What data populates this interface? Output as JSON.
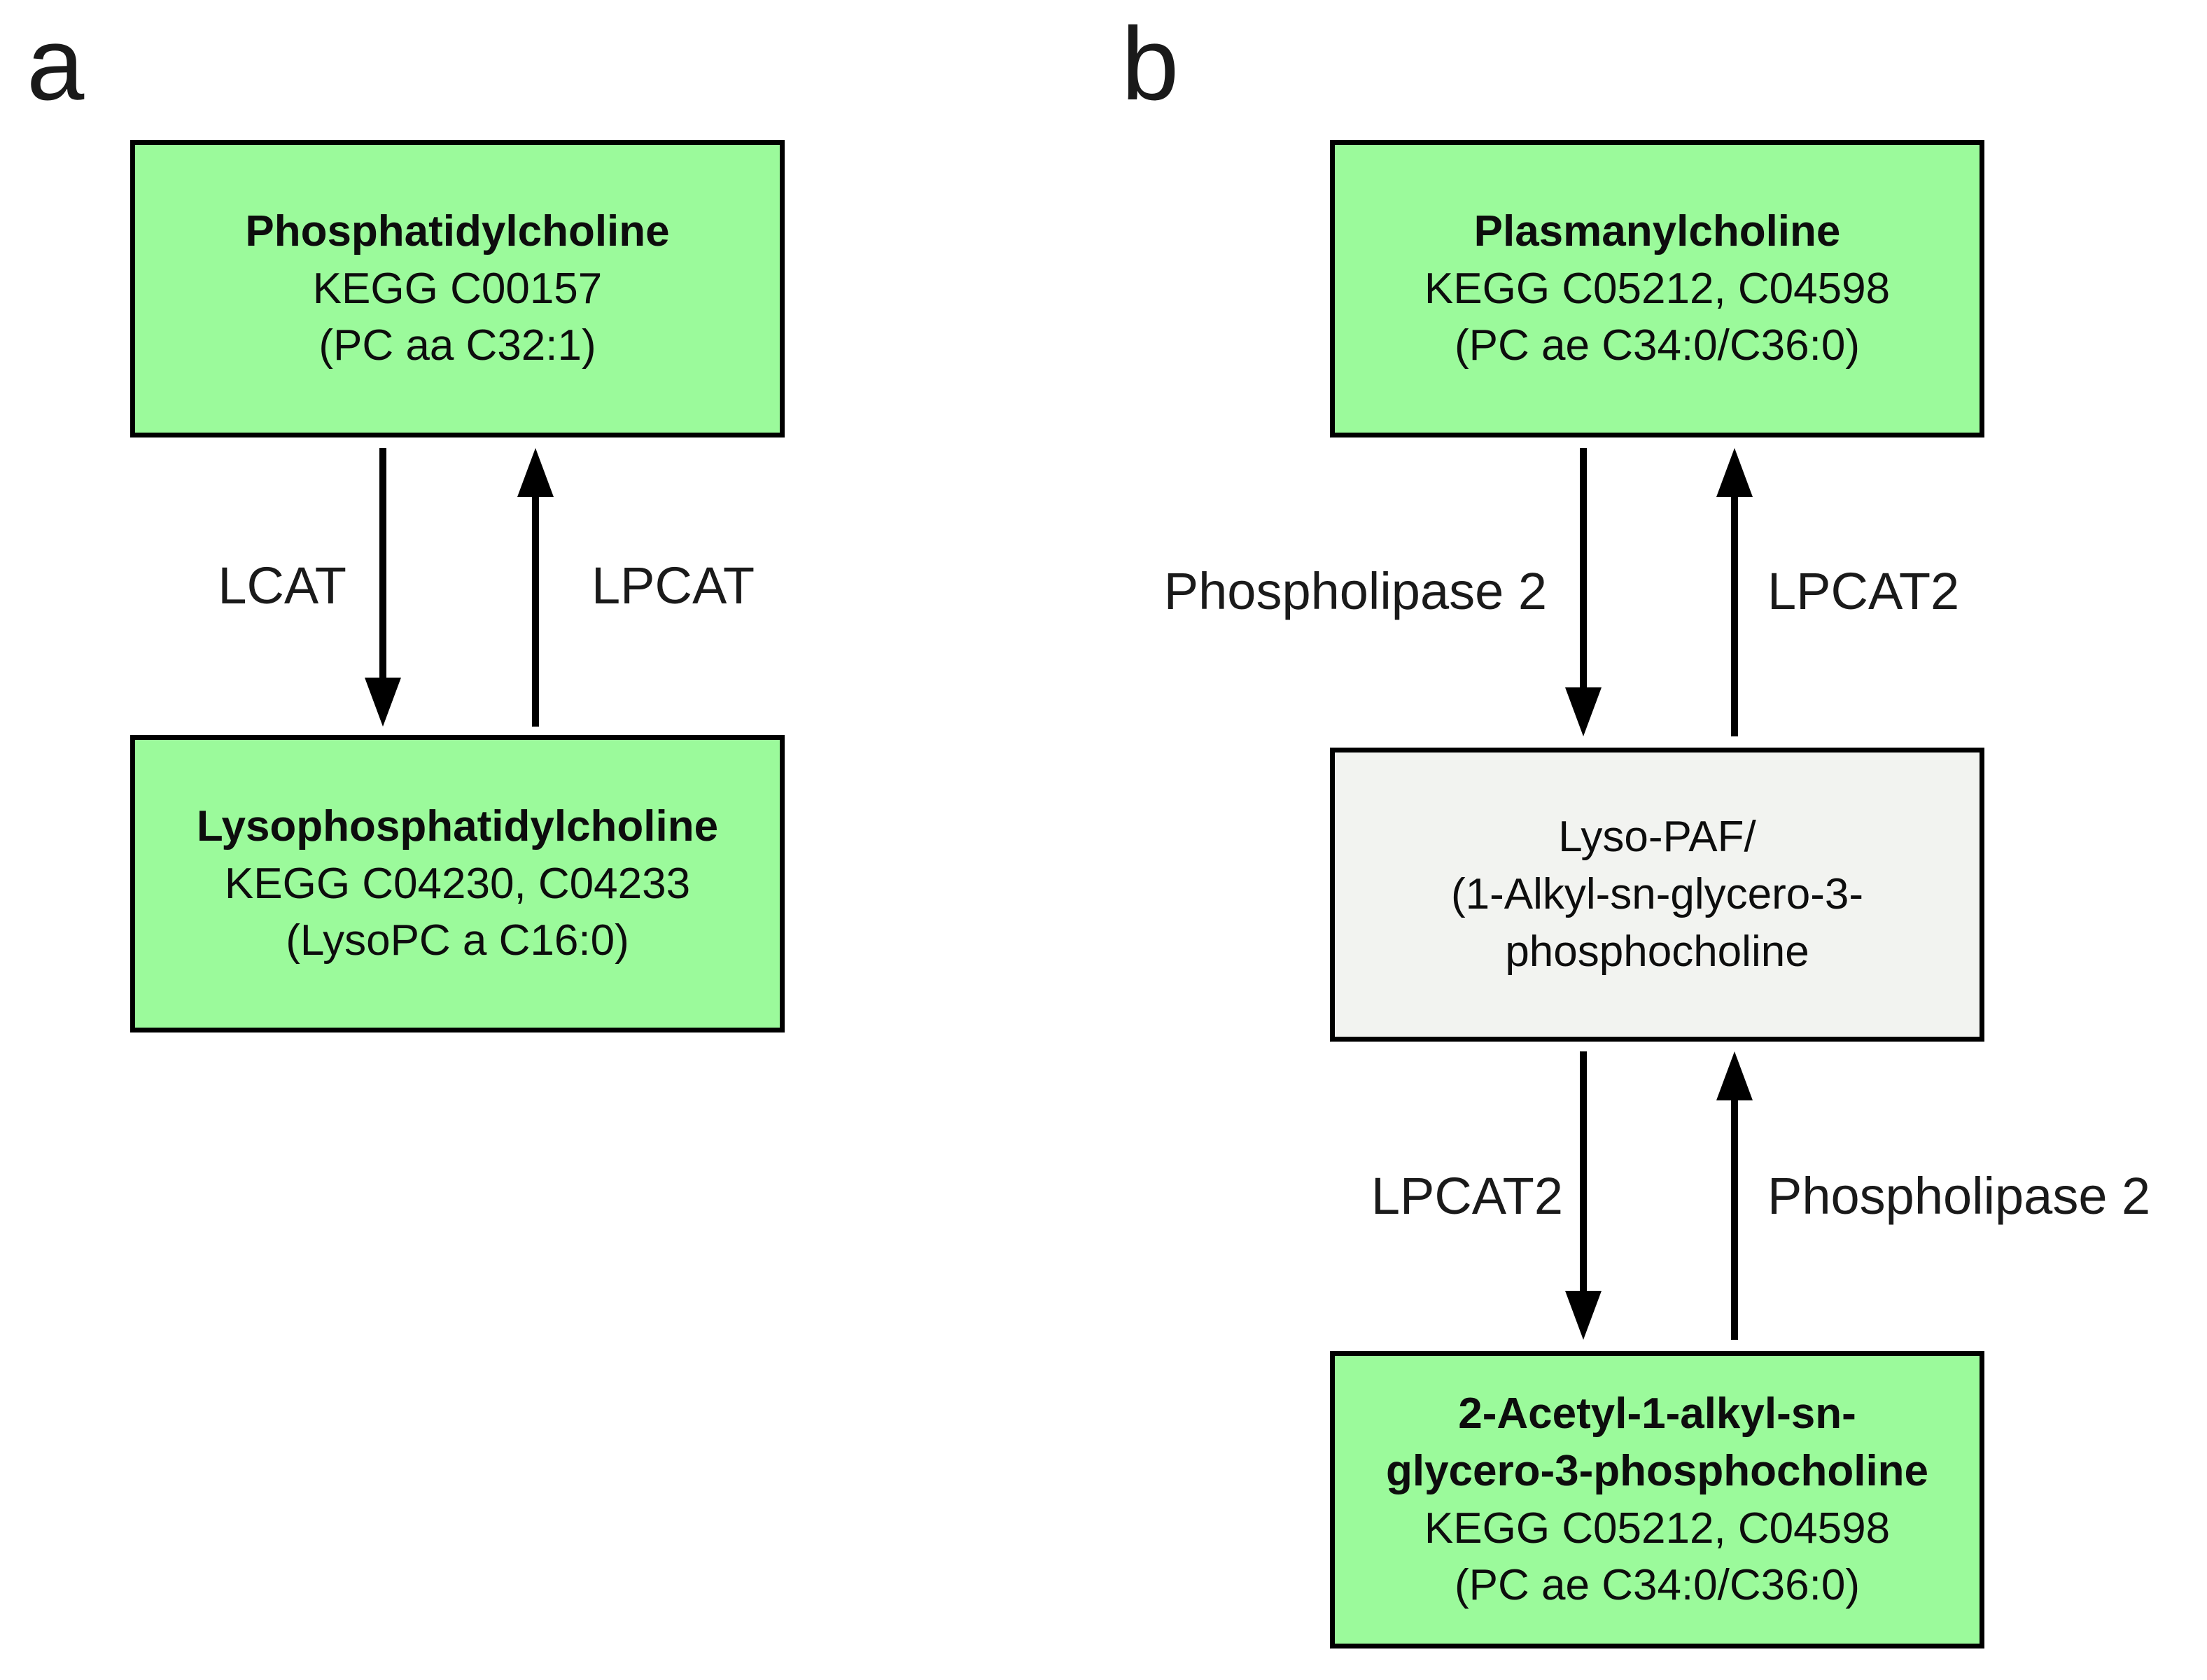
{
  "colors": {
    "metabolite_box_green": "#9bfa9b",
    "intermediate_box_gray": "#f2f3f0",
    "box_border": "#000000",
    "arrow": "#000000",
    "background": "#ffffff"
  },
  "panel_a": {
    "label": "a",
    "top_box": {
      "name": "Phosphatidylcholine",
      "kegg": "KEGG C00157",
      "abbrev": "(PC aa C32:1)"
    },
    "down_enzyme": "LCAT",
    "up_enzyme": "LPCAT",
    "bottom_box": {
      "name": "Lysophosphatidylcholine",
      "kegg": "KEGG C04230, C04233",
      "abbrev": "(LysoPC a C16:0)"
    }
  },
  "panel_b": {
    "label": "b",
    "top_box": {
      "name": "Plasmanylcholine",
      "kegg": "KEGG C05212, C04598",
      "abbrev": "(PC ae C34:0/C36:0)"
    },
    "upper_down_enzyme": "Phospholipase 2",
    "upper_up_enzyme": "LPCAT2",
    "middle_box": {
      "line1": "Lyso-PAF/",
      "line2": "(1-Alkyl-sn-glycero-3-",
      "line3": "phosphocholine"
    },
    "lower_down_enzyme": "LPCAT2",
    "lower_up_enzyme": "Phospholipase 2",
    "bottom_box": {
      "name_line1": "2-Acetyl-1-alkyl-sn-",
      "name_line2": "glycero-3-phosphocholine",
      "kegg": "KEGG C05212, C04598",
      "abbrev": "(PC ae C34:0/C36:0)"
    }
  }
}
